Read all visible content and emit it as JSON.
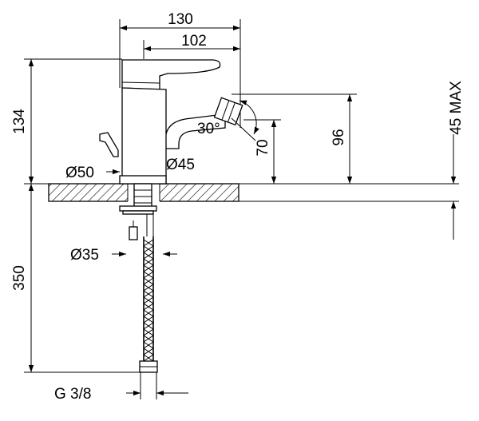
{
  "dimensions": {
    "width_total": "130",
    "width_spout": "102",
    "height_body": "134",
    "height_spout": "96",
    "height_jet": "70",
    "angle": "30°",
    "base_diameter": "Ø50",
    "body_diameter": "Ø45",
    "hole_diameter": "Ø35",
    "hose_length": "350",
    "deck_thickness": "45 MAX",
    "thread": "G 3/8"
  }
}
